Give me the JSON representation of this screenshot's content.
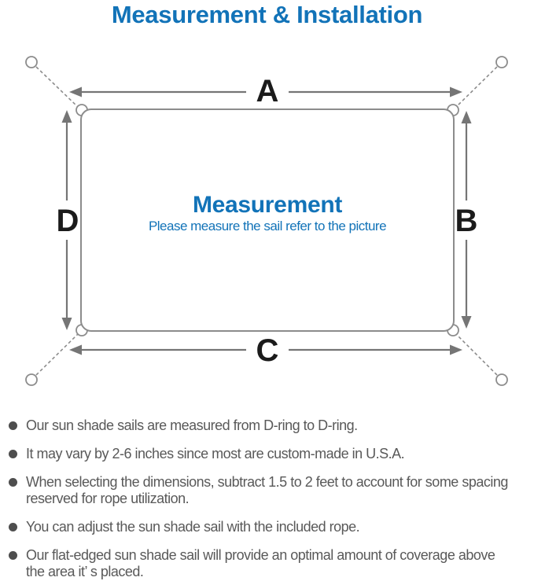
{
  "title": "Measurement & Installation",
  "diagram": {
    "labels": {
      "top": "A",
      "right": "B",
      "bottom": "C",
      "left": "D"
    },
    "center_title": "Measurement",
    "center_subtitle": "Please measure the sail refer to the picture"
  },
  "bullets": [
    {
      "lines": [
        "Our sun shade sails are measured from D-ring to D-ring."
      ]
    },
    {
      "lines": [
        "It may vary by 2-6 inches since most are custom-made in U.S.A."
      ]
    },
    {
      "lines": [
        "When selecting the dimensions, subtract 1.5 to 2 feet to account for some spacing",
        "reserved for rope utilization."
      ]
    },
    {
      "lines": [
        "You can adjust the sun shade sail with the included rope."
      ]
    },
    {
      "lines": [
        "Our flat-edged sun shade sail will provide an optimal amount of coverage above",
        "the area it’ s placed."
      ]
    }
  ],
  "colors": {
    "accent_blue": "#1273b8",
    "label_black": "#1b1b1b",
    "line_gray": "#8c8c8c",
    "arrow_gray": "#757575",
    "text_gray": "#595959",
    "dot_gray": "#4e4e4e"
  }
}
